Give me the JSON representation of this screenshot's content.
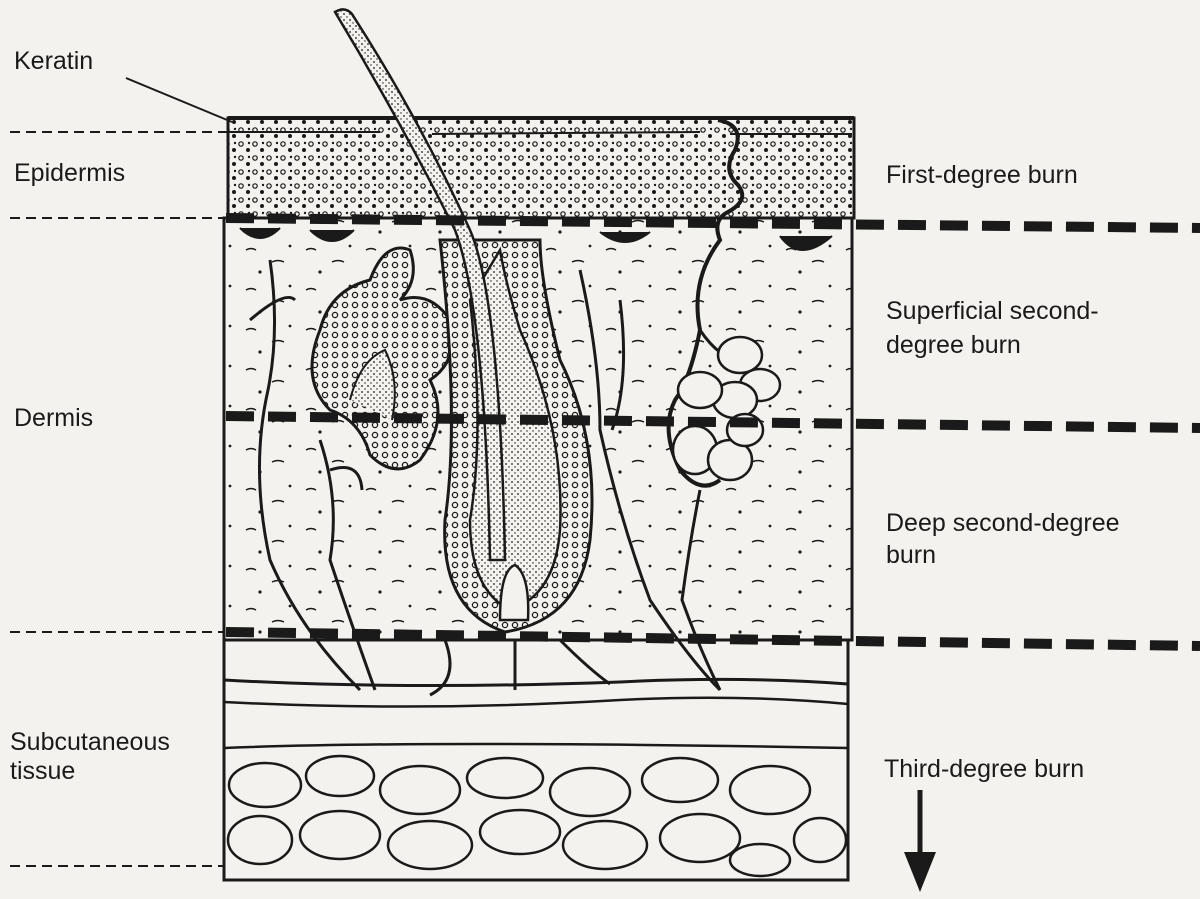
{
  "layer_labels": {
    "keratin": "Keratin",
    "epidermis": "Epidermis",
    "dermis": "Dermis",
    "subcutaneous_line1": "Subcutaneous",
    "subcutaneous_line2": "tissue"
  },
  "burn_labels": {
    "first_degree": "First-degree burn",
    "superficial_second_line1": "Superficial second-",
    "superficial_second_line2": "degree burn",
    "deep_second_line1": "Deep second-degree",
    "deep_second_line2": "burn",
    "third_degree": "Third-degree burn"
  },
  "colors": {
    "ink": "#1a1a1a",
    "paper": "#f4f2ee"
  },
  "icons": {
    "depth_arrow": "arrow-down-icon"
  }
}
